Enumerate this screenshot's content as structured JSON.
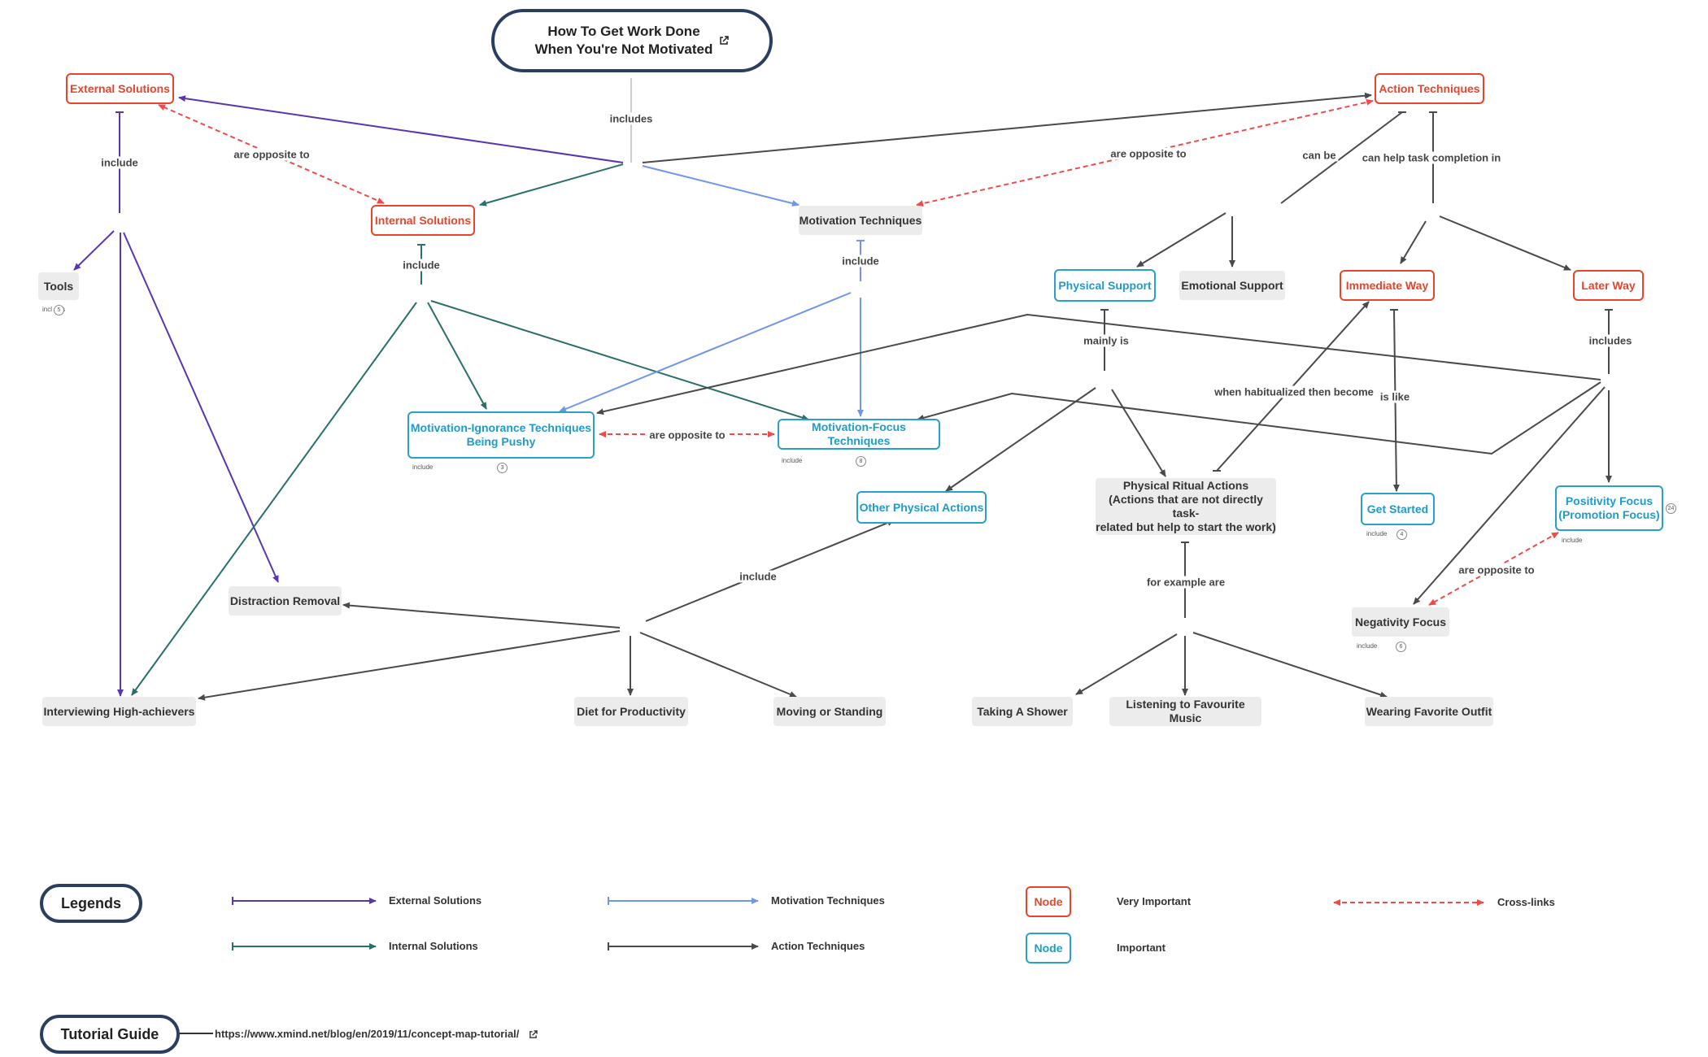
{
  "main_title": "How To Get Work Done\nWhen You're Not Motivated",
  "nodes": {
    "external_solutions": "External Solutions",
    "internal_solutions": "Internal Solutions",
    "motivation_techniques": "Motivation Techniques",
    "action_techniques": "Action Techniques",
    "tools": "Tools",
    "physical_support": "Physical Support",
    "emotional_support": "Emotional Support",
    "immediate_way": "Immediate Way",
    "later_way": "Later Way",
    "motivation_ignorance": "Motivation-Ignorance Techniques\nBeing Pushy",
    "motivation_focus": "Motivation-Focus Techniques",
    "other_physical_actions": "Other Physical Actions",
    "physical_ritual_actions": "Physical Ritual Actions\n(Actions that are not directly task-\nrelated but help to start the work)",
    "get_started": "Get Started",
    "positivity_focus": "Positivity Focus\n(Promotion Focus)",
    "distraction_removal": "Distraction Removal",
    "negativity_focus": "Negativity Focus",
    "interviewing": "Interviewing High-achievers",
    "diet": "Diet for Productivity",
    "moving": "Moving or Standing",
    "shower": "Taking A Shower",
    "music": "Listening to Favourite Music",
    "outfit": "Wearing Favorite Outfit"
  },
  "labels": {
    "includes_main": "includes",
    "include_external": "include",
    "opposite_ext_int": "are opposite to",
    "include_internal": "include",
    "include_motivation": "include",
    "opposite_action_motivation": "are opposite to",
    "can_be": "can be",
    "can_help": "can help task completion in",
    "mainly_is": "mainly is",
    "includes_later": "includes",
    "when_habitualized": "when habitualized then become",
    "is_like": "is like",
    "opposite_ignorance_focus": "are opposite to",
    "include_other": "include",
    "for_example": "for example are",
    "opposite_pos_neg": "are opposite to"
  },
  "collapsed": {
    "tools": {
      "text": "incl",
      "suffix": "s",
      "count": "5"
    },
    "motivation_ignorance": {
      "text": "include",
      "count": "3"
    },
    "motivation_focus": {
      "text": "include",
      "count": "8"
    },
    "get_started": {
      "text": "include",
      "count": "4"
    },
    "positivity_focus": {
      "text": "include",
      "count": "24"
    },
    "negativity_focus": {
      "text": "include",
      "count": "6"
    }
  },
  "legend": {
    "title": "Legends",
    "external_solutions": "External Solutions",
    "internal_solutions": "Internal Solutions",
    "motivation_techniques": "Motivation Techniques",
    "action_techniques": "Action Techniques",
    "node_sample": "Node",
    "very_important": "Very Important",
    "important": "Important",
    "cross_links": "Cross-links"
  },
  "tutorial": {
    "title": "Tutorial Guide",
    "url": "https://www.xmind.net/blog/en/2019/11/concept-map-tutorial/"
  },
  "colors": {
    "external": "#5a35b0",
    "internal": "#2a6f6a",
    "motivation": "#6f96e8",
    "action": "#4a4a4a",
    "cross_link": "#ef4b4b",
    "very_important": "#e6442b",
    "important": "#29a0c9",
    "title_border": "#2c3e60"
  }
}
